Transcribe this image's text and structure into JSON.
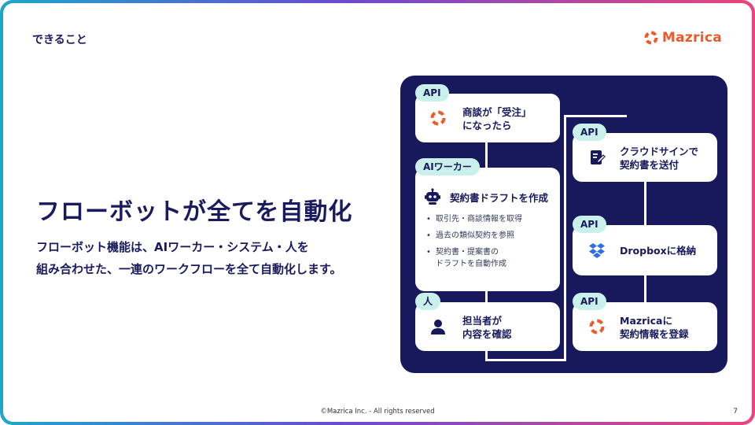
{
  "header": {
    "section_label": "できること",
    "logo_text": "Mazrica"
  },
  "colors": {
    "navy": "#17195c",
    "brand_orange": "#ee5a2a",
    "tag_bg": "#c9f0ea",
    "dropbox_blue": "#2f6fe4"
  },
  "main": {
    "headline": "フローボットが全てを自動化",
    "body_lines": [
      "フローボット機能は、AIワーカー・システム・人を",
      "組み合わせた、一連のワークフローを全て自動化します。"
    ]
  },
  "flow": {
    "left": [
      {
        "tag": "API",
        "icon": "mazrica-ring-icon",
        "title_lines": [
          "商談が「受注」",
          "になったら"
        ]
      },
      {
        "tag": "AIワーカー",
        "icon": "robot-icon",
        "title_lines": [
          "契約書ドラフトを作成"
        ],
        "bullets": [
          {
            "lines": [
              "取引先・商談情報を取得"
            ]
          },
          {
            "lines": [
              "過去の類似契約を参照"
            ]
          },
          {
            "lines": [
              "契約書・提案書の",
              "ドラフトを自動作成"
            ]
          }
        ]
      },
      {
        "tag": "人",
        "icon": "person-icon",
        "title_lines": [
          "担当者が",
          "内容を確認"
        ]
      }
    ],
    "right": [
      {
        "tag": "API",
        "icon": "sign-document-icon",
        "title_lines": [
          "クラウドサインで",
          "契約書を送付"
        ]
      },
      {
        "tag": "API",
        "icon": "dropbox-icon",
        "title_lines": [
          "Dropboxに格納"
        ]
      },
      {
        "tag": "API",
        "icon": "mazrica-ring-icon",
        "title_lines": [
          "Mazricaに",
          "契約情報を登録"
        ]
      }
    ]
  },
  "footer": {
    "copyright": "©Mazrica Inc. - All rights reserved",
    "page_number": "7"
  }
}
